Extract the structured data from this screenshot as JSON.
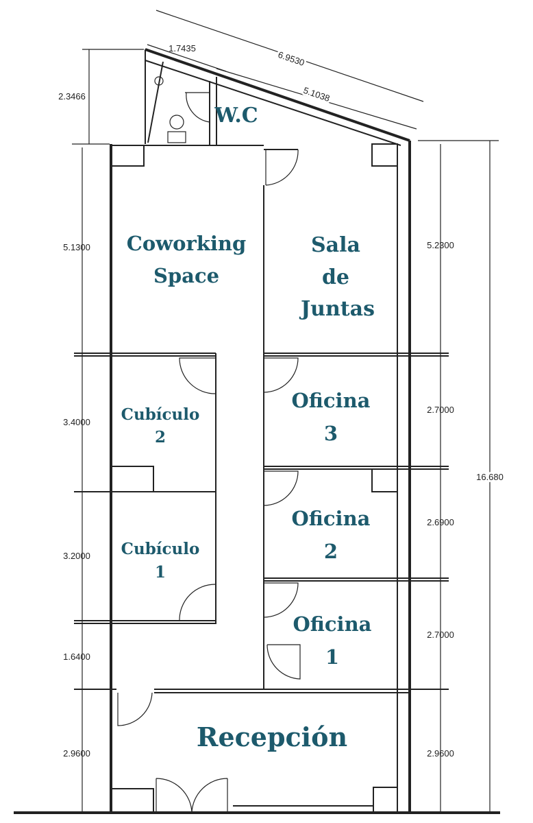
{
  "rooms": {
    "wc": "W.C",
    "coworking": [
      "Coworking",
      "Space"
    ],
    "sala": [
      "Sala",
      "de",
      "Juntas"
    ],
    "cubiculo2": [
      "Cubículo",
      "2"
    ],
    "cubiculo1": [
      "Cubículo",
      "1"
    ],
    "oficina3": [
      "Oficina",
      "3"
    ],
    "oficina2": [
      "Oficina",
      "2"
    ],
    "oficina1": [
      "Oficina",
      "1"
    ],
    "recepcion": "Recepción"
  },
  "dimensions": {
    "top": {
      "short": "1.7435",
      "long": "6.9530",
      "inner": "5.1038"
    },
    "left": [
      "2.3466",
      "5.1300",
      "3.4000",
      "3.2000",
      "1.6400",
      "2.9600"
    ],
    "right": [
      "5.2300",
      "2.7000",
      "2.6900",
      "2.7000",
      "2.9600"
    ],
    "total": "16.680"
  },
  "colors": {
    "room_label": "#1d5a6c",
    "lines": "#222222"
  }
}
